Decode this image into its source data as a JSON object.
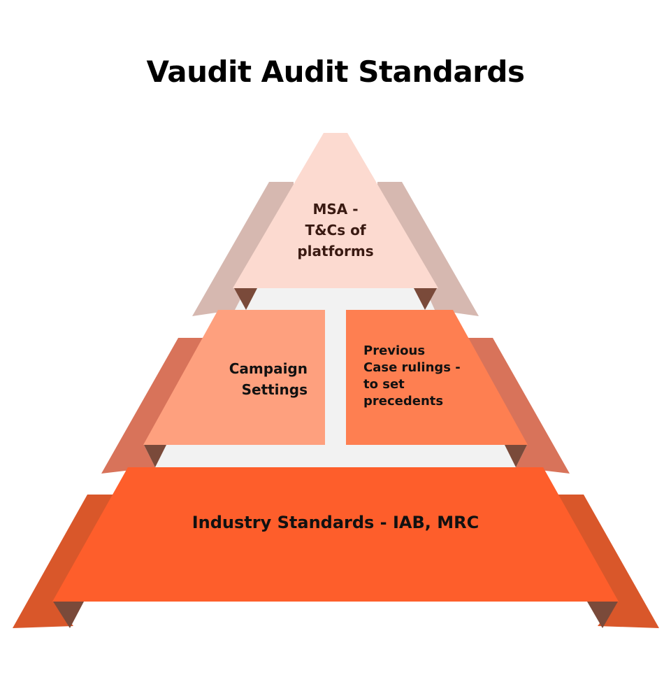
{
  "title": "Vaudit Audit Standards",
  "tiers": {
    "top": {
      "lines": [
        "MSA -",
        "T&Cs of",
        "platforms"
      ],
      "color": "#FCDAD0"
    },
    "middle_left": {
      "lines": [
        "Campaign",
        "Settings"
      ],
      "color": "#FEA07E"
    },
    "middle_right": {
      "lines": [
        "Previous",
        "Case rulings -",
        "to set",
        "precedents"
      ],
      "color": "#FE7F51"
    },
    "bottom": {
      "text": "Industry Standards  - IAB, MRC",
      "color": "#FE5E2B"
    }
  },
  "colors": {
    "top_shadow": "#D6B8B0",
    "middle_shadow": "#D8735A",
    "bottom_shadow": "#D9572A",
    "fold_dark": "#7A4A3A",
    "gap": "#F2F2F2"
  }
}
